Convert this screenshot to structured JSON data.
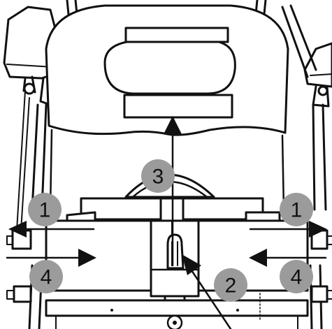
{
  "colors": {
    "line": "#111111",
    "badge_fill": "#9b9b9b",
    "background": "#ffffff"
  },
  "callouts": [
    {
      "id": "left-top",
      "label": "1"
    },
    {
      "id": "right-top",
      "label": "1"
    },
    {
      "id": "center-bottom",
      "label": "2"
    },
    {
      "id": "center-top",
      "label": "3"
    },
    {
      "id": "left-bottom",
      "label": "4"
    },
    {
      "id": "right-bottom",
      "label": "4"
    }
  ],
  "arrows": [
    {
      "id": "arrow-up",
      "direction": "up"
    },
    {
      "id": "arrow-left-in",
      "direction": "right"
    },
    {
      "id": "arrow-right-in",
      "direction": "left"
    },
    {
      "id": "arrow-left-out",
      "direction": "left"
    },
    {
      "id": "arrow-right-out",
      "direction": "right"
    },
    {
      "id": "arrow-latch",
      "direction": "up-left"
    }
  ]
}
